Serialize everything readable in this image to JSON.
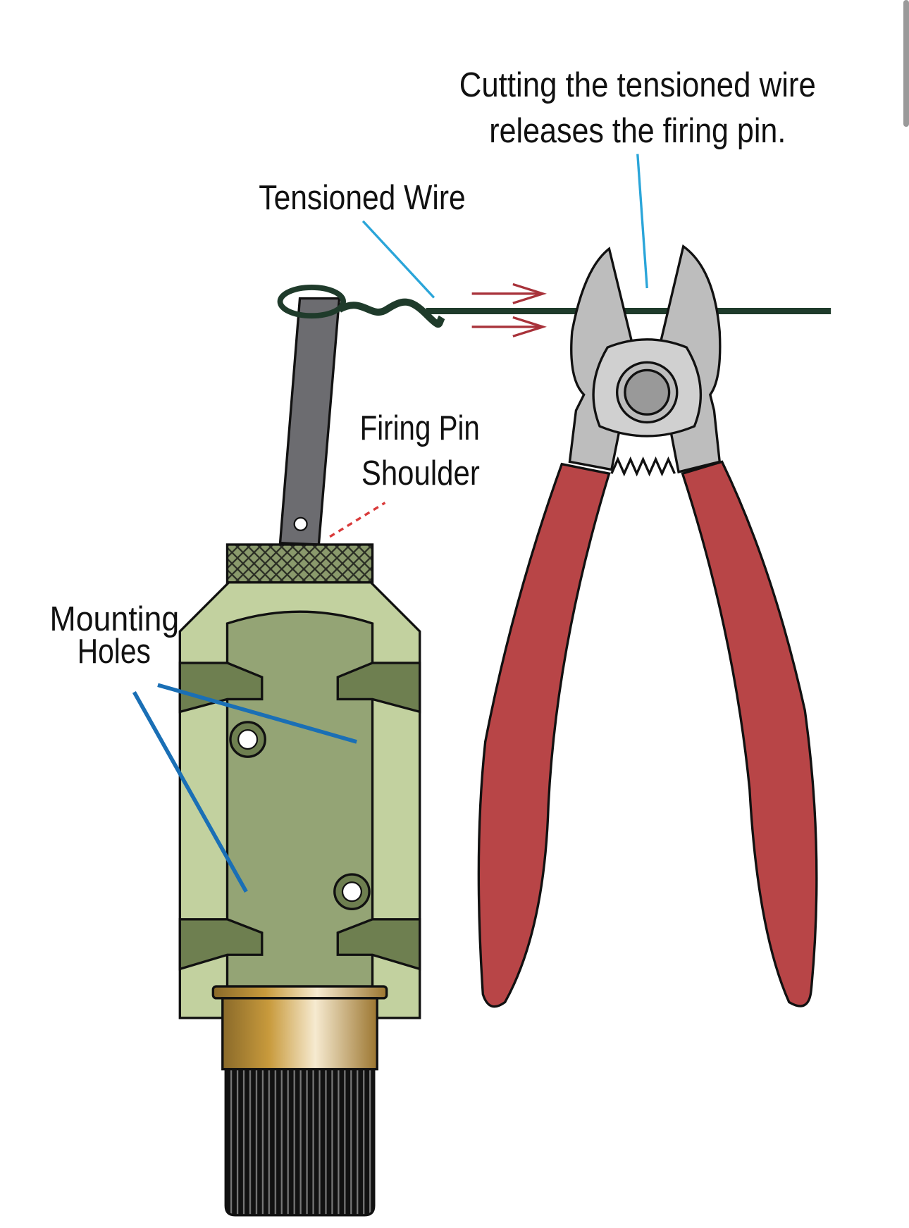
{
  "labels": {
    "cut_line1": "Cutting the tensioned wire",
    "cut_line2": "releases the firing pin.",
    "tensioned_wire": "Tensioned Wire",
    "firing_pin_line1": "Firing Pin",
    "firing_pin_line2": "Shoulder",
    "mounting_line1": "Mounting",
    "mounting_line2": "Holes"
  },
  "colors": {
    "wire": "#1f3b2b",
    "arrow": "#a8323a",
    "leader_light": "#2aa5d9",
    "leader_dark": "#1a6fb5",
    "body_green": "#94a475",
    "body_light": "#c2d19f",
    "pliers_handle": "#b84547",
    "pliers_jaw": "#bdbdbd"
  }
}
